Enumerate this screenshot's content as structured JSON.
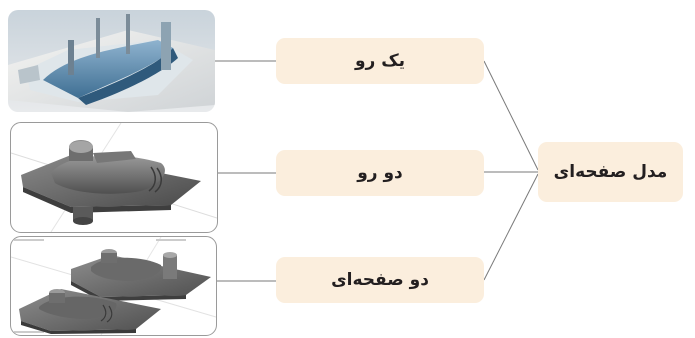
{
  "diagram": {
    "root": {
      "label": "مدل صفحه‌ای"
    },
    "branches": [
      {
        "label": "یک رو",
        "image": "one-sided-sheet-metal-part-photo"
      },
      {
        "label": "دو رو",
        "image": "two-sided-3d-model-render"
      },
      {
        "label": "دو صفحه‌ای",
        "image": "two-plate-3d-model-render"
      }
    ]
  },
  "colors": {
    "box_fill": "#fbeedd",
    "connector": "#7a7a7a",
    "model_gray": "#5f5f5f",
    "photo_blue": "#4f7ea3"
  }
}
